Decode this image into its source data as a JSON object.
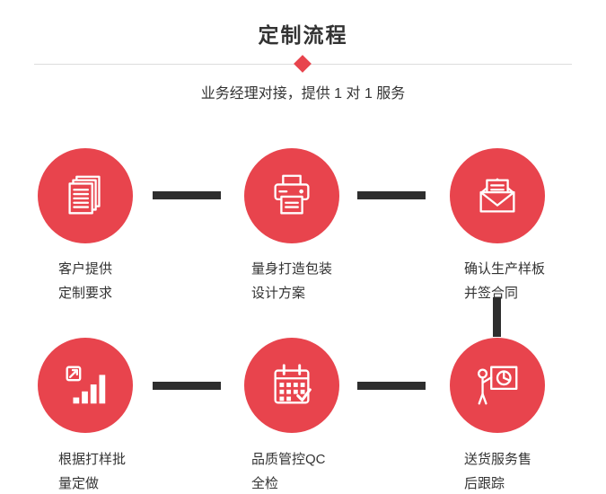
{
  "header": {
    "title": "定制流程",
    "subtitle": "业务经理对接，提供 1 对 1 服务"
  },
  "colors": {
    "accent": "#e8444d",
    "connector": "#2e2e2e",
    "divider": "#dddddd",
    "text": "#333333"
  },
  "steps": [
    {
      "icon": "documents-icon",
      "label": "客户提供\n定制要求"
    },
    {
      "icon": "printer-icon",
      "label": "量身打造包装\n设计方案"
    },
    {
      "icon": "envelope-icon",
      "label": "确认生产样板\n并签合同"
    },
    {
      "icon": "bar-chart-icon",
      "label": "根据打样批\n量定做"
    },
    {
      "icon": "calendar-icon",
      "label": "品质管控QC\n全检"
    },
    {
      "icon": "presentation-icon",
      "label": "送货服务售\n后跟踪"
    }
  ]
}
